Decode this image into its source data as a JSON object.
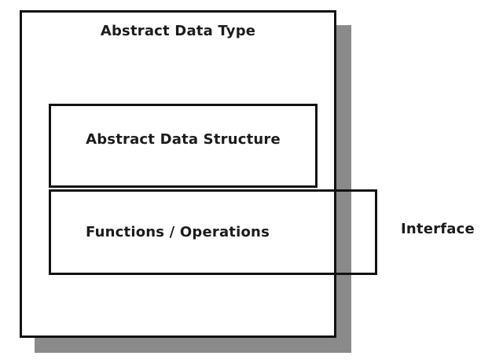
{
  "diagram": {
    "outer_box_label": "Abstract Data Type",
    "inner_box_label": "Abstract Data Structure",
    "functions_box_label": "Functions / Operations",
    "interface_label": "Interface",
    "colors": {
      "border": "#121212",
      "shadow": "#8a8a8a",
      "background": "#ffffff",
      "text": "#1c1c1c"
    }
  }
}
